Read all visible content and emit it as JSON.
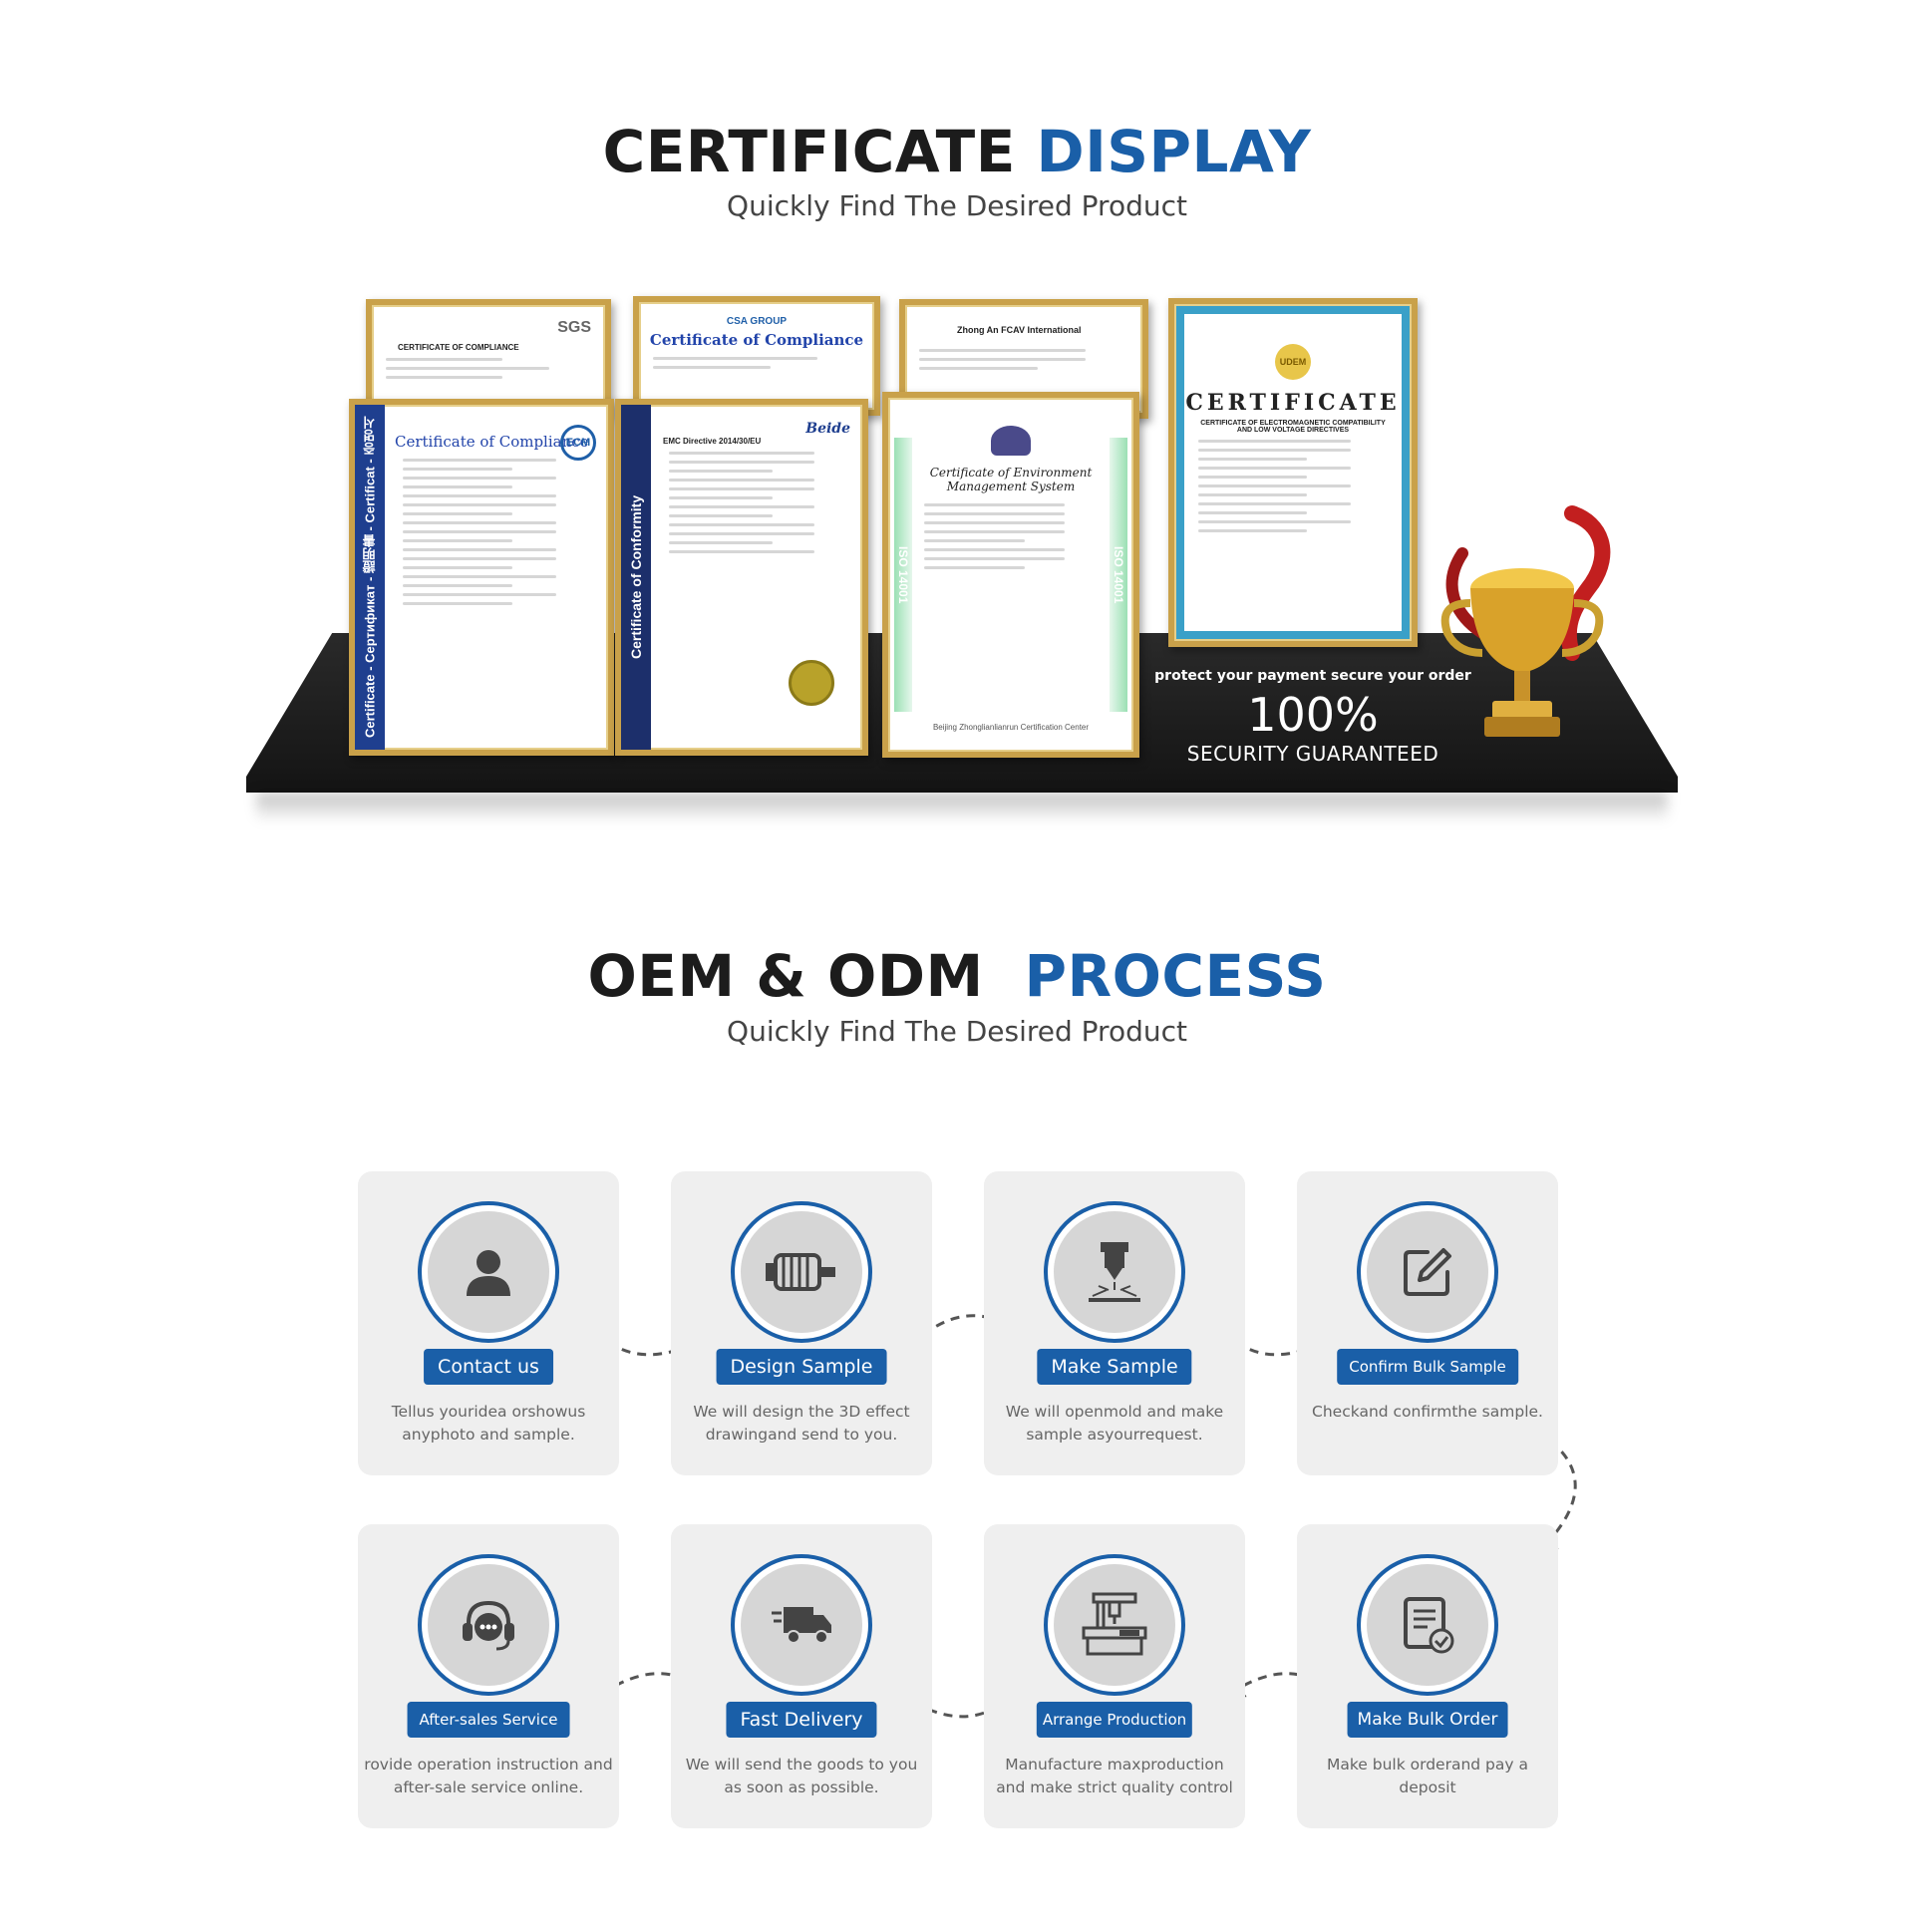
{
  "certificate_section": {
    "title_dark": "CERTIFICATE",
    "title_blue": "DISPLAY",
    "subtitle": "Quickly Find The Desired Product",
    "certificates": [
      {
        "title": "CERTIFICATE OF COMPLIANCE",
        "issuer": "SGS"
      },
      {
        "title": "Certificate of Compliance",
        "issuer": "CSA GROUP"
      },
      {
        "title": "Zhong An FCAV International",
        "issuer": ""
      },
      {
        "title": "CERTIFICATE",
        "subtitle": "CERTIFICATE OF ELECTROMAGNETIC COMPATIBILITY AND LOW VOLTAGE DIRECTIVES",
        "issuer": "UDEM"
      },
      {
        "title": "Certificate of Compliance",
        "band": "Certificate - Сертификат - 證明書 - Certificat - 증명서",
        "issuer": "ECM"
      },
      {
        "title": "EMC Directive 2014/30/EU",
        "band": "Certificate of Conformity",
        "issuer": "Beide"
      },
      {
        "title": "Certificate of Environment Management System",
        "band": "ISO 14001",
        "issuer": "Beijing Zhonglianlianrun Certification Center"
      }
    ],
    "security": {
      "line1": "protect your payment secure your order",
      "line2": "100%",
      "line3": "SECURITY GUARANTEED"
    },
    "colors": {
      "gold_frame": "#c9a14a",
      "shelf": "#1c1c1c",
      "accent_blue": "#1a5fa8"
    }
  },
  "process_section": {
    "title_dark": "OEM & ODM",
    "title_blue": "PROCESS",
    "subtitle": "Quickly Find The Desired Product",
    "steps": [
      {
        "label": "Contact us",
        "desc": "Tellus youridea orshowus anyphoto and sample.",
        "icon": "user-icon"
      },
      {
        "label": "Design Sample",
        "desc": "We will design the 3D effect drawingand send to you.",
        "icon": "motor-icon"
      },
      {
        "label": "Make Sample",
        "desc": "We will openmold and make sample asyourrequest.",
        "icon": "laser-cutter-icon"
      },
      {
        "label": "Confirm Bulk Sample",
        "desc": "Checkand confirmthe sample.",
        "icon": "edit-icon"
      },
      {
        "label": "Make Bulk Order",
        "desc": "Make bulk orderand pay a deposit",
        "icon": "document-check-icon"
      },
      {
        "label": "Arrange Production",
        "desc": "Manufacture maxproduction and make strict quality control",
        "icon": "machine-icon"
      },
      {
        "label": "Fast Delivery",
        "desc": "We will send the goods to you as soon as possible.",
        "icon": "truck-icon"
      },
      {
        "label": "After-sales Service",
        "desc": "rovide operation instruction and after-sale service online.",
        "icon": "headset-icon"
      }
    ]
  }
}
